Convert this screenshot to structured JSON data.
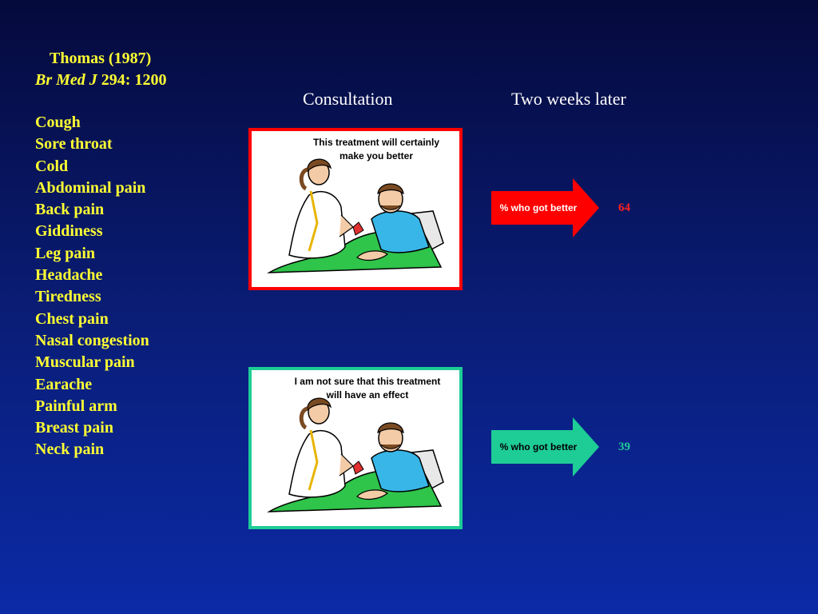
{
  "citation": {
    "line1": "Thomas (1987)",
    "journal": "Br Med J",
    "ref": " 294: 1200"
  },
  "symptoms": [
    "Cough",
    "Sore throat",
    "Cold",
    "Abdominal pain",
    "Back pain",
    "Giddiness",
    "Leg pain",
    "Headache",
    "Tiredness",
    "Chest pain",
    "Nasal congestion",
    "Muscular pain",
    "Earache",
    "Painful arm",
    "Breast pain",
    "Neck pain"
  ],
  "columns": {
    "consultation": "Consultation",
    "later": "Two weeks later"
  },
  "positive": {
    "speech_line1": "This treatment will certainly",
    "speech_line2": "make you better",
    "arrow_label": "% who got better",
    "value": "64",
    "color": "#ff0000"
  },
  "negative": {
    "speech_line1": "I am not sure that this treatment",
    "speech_line2": "will have an effect",
    "arrow_label": "% who got better",
    "value": "39",
    "color": "#1ecc96"
  }
}
